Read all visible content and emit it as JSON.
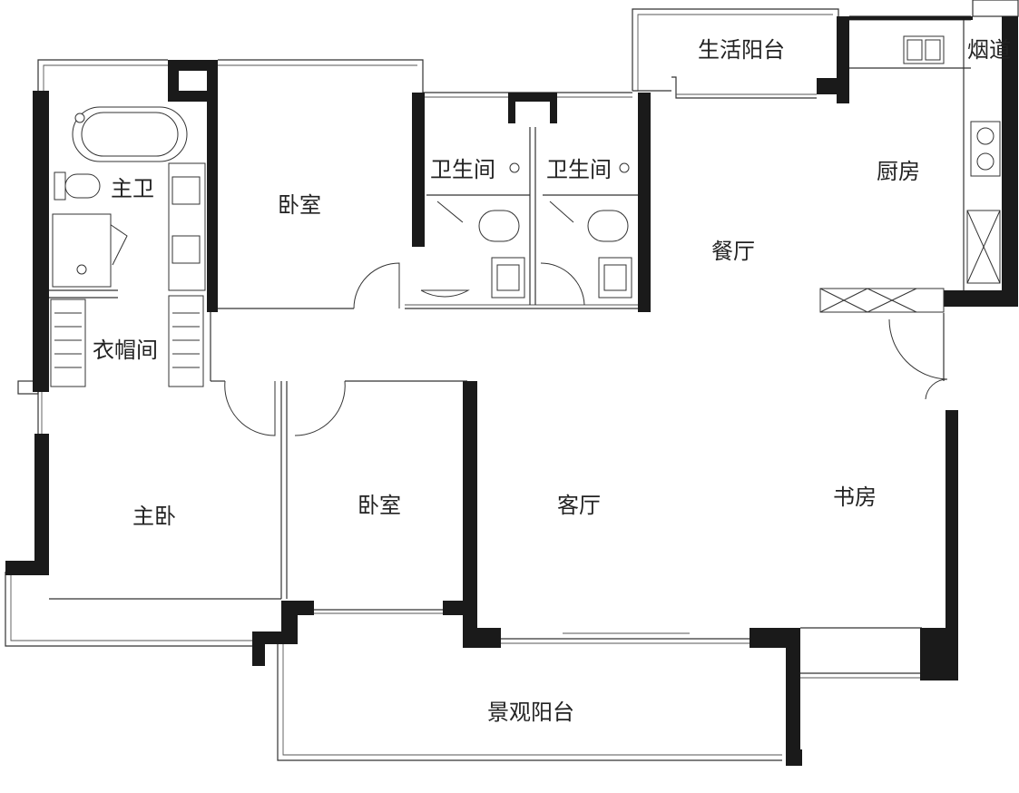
{
  "rooms": {
    "living_balcony": "生活阳台",
    "flue": "烟道",
    "kitchen": "厨房",
    "master_bath": "主卫",
    "bathroom_1": "卫生间",
    "bathroom_2": "卫生间",
    "bedroom_north": "卧室",
    "dining": "餐厅",
    "walk_in_closet": "衣帽间",
    "master_bedroom": "主卧",
    "bedroom_south": "卧室",
    "living_room": "客厅",
    "study": "书房",
    "view_balcony": "景观阳台"
  }
}
